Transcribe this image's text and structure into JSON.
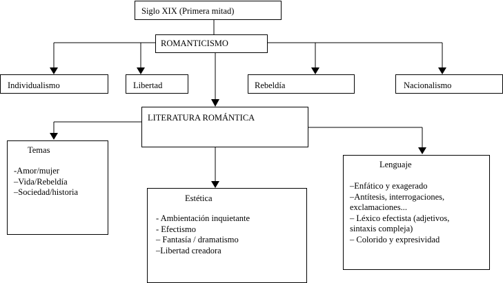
{
  "nodes": {
    "period": "Siglo XIX (Primera mitad)",
    "movement": "ROMANTICISMO",
    "individualismo": "Individualismo",
    "libertad": "Libertad",
    "rebeldia": "Rebeldía",
    "nacionalismo": "Nacionalismo",
    "literatura": "LITERATURA ROMÁNTICA"
  },
  "temas": {
    "title": "Temas",
    "items": [
      "-Amor/mujer",
      "–Vida/Rebeldía",
      "–Sociedad/historia"
    ]
  },
  "estetica": {
    "title": "Estética",
    "items": [
      "- Ambientación inquietante",
      "- Efectismo",
      "– Fantasía / dramatismo",
      "–Libertad creadora"
    ]
  },
  "lenguaje": {
    "title": "Lenguaje",
    "items": [
      "–Enfático y exagerado",
      "–Antítesis, interrogaciones,\nexclamaciones...",
      "– Léxico efectista (adjetivos,\nsintaxis compleja)",
      "– Colorido y expresividad"
    ]
  },
  "colors": {
    "line": "#000000",
    "background": "#ffffff"
  }
}
